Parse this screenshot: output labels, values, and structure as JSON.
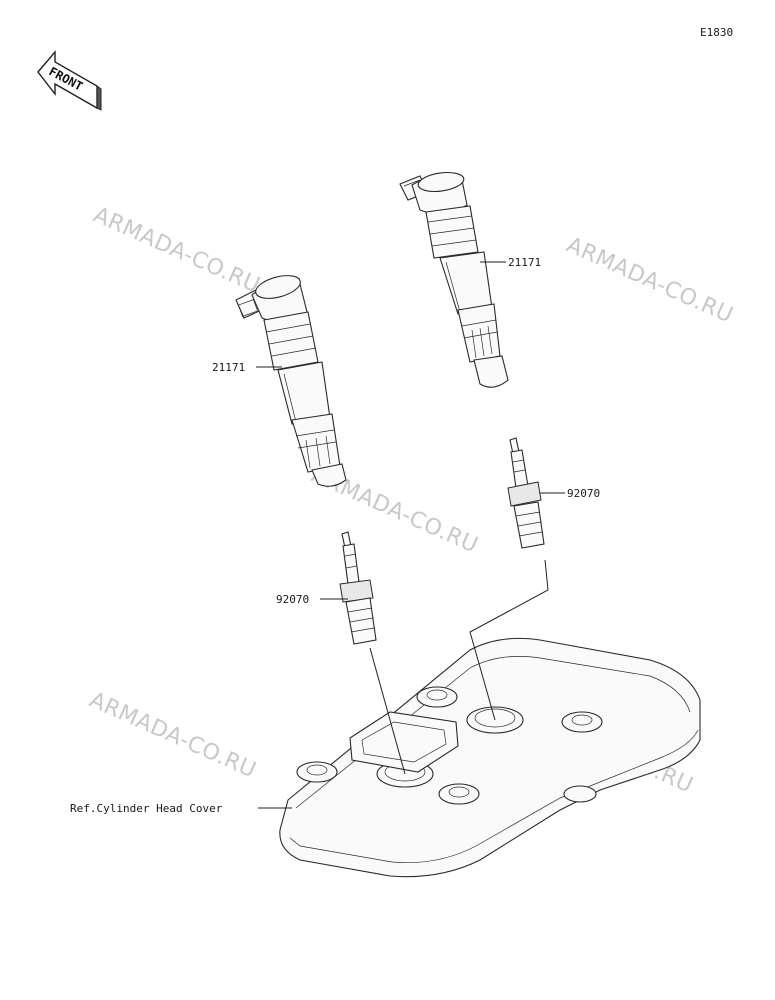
{
  "diagram_code": "E1830",
  "front_label": "FRONT",
  "watermark": "ARMADA-CO.RU",
  "parts": [
    {
      "id": "coil-left",
      "number": "21171"
    },
    {
      "id": "coil-right",
      "number": "21171"
    },
    {
      "id": "plug-left",
      "number": "92070"
    },
    {
      "id": "plug-right",
      "number": "92070"
    }
  ],
  "reference_label": "Ref.Cylinder Head Cover"
}
